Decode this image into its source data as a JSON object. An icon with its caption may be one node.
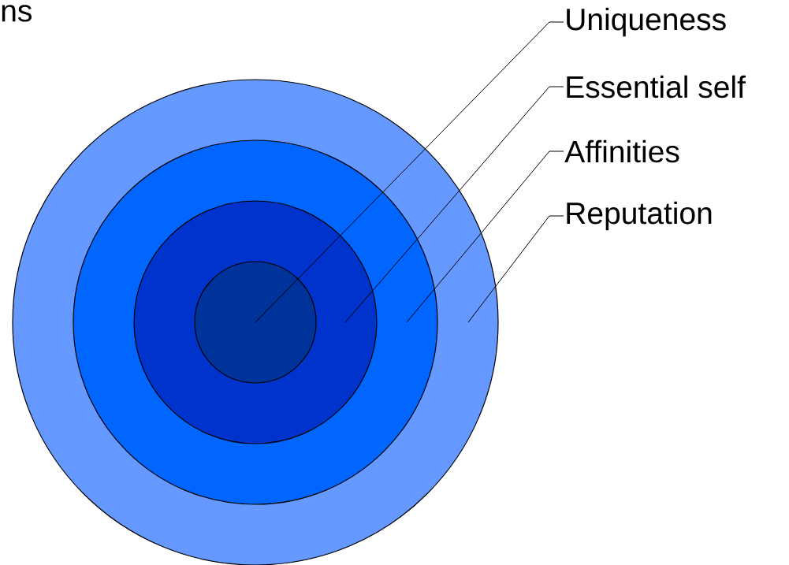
{
  "diagram": {
    "nodes": [
      {
        "text": [
          "Uniqueness"
        ]
      },
      {
        "text": [
          "Essential self"
        ]
      },
      {
        "text": [
          "Affinities"
        ]
      },
      {
        "text": [
          "Reputation"
        ]
      },
      {
        "text": [],
        "shape": "circle"
      },
      {
        "text": [],
        "shape": "circle",
        "in": 4
      },
      {
        "text": [],
        "shape": "circle",
        "in": 5
      },
      {
        "text": [],
        "shape": "circle",
        "in": 6
      }
    ],
    "edges": [
      {
        "from": 0,
        "to": 7,
        "arrow": "none"
      },
      {
        "from": 1,
        "to": 6,
        "arrow": "none"
      },
      {
        "from": 2,
        "to": 5,
        "arrow": "none"
      },
      {
        "from": 3,
        "to": 4,
        "arrow": "none"
      }
    ],
    "labels": [
      "ns"
    ]
  }
}
